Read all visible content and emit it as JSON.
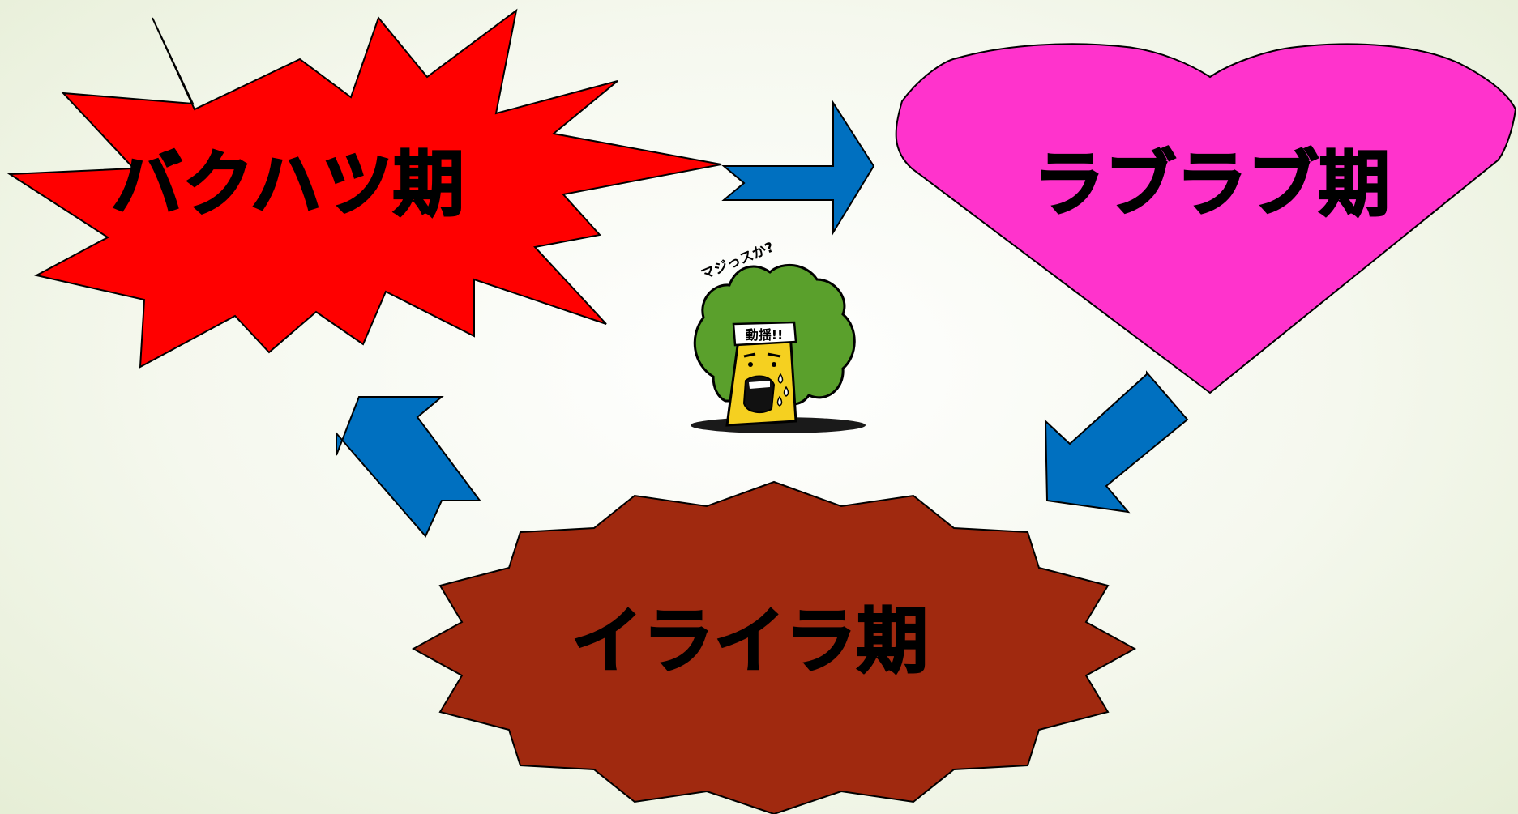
{
  "stages": {
    "explosion": {
      "label": "バクハツ期",
      "color": "#ff0000"
    },
    "love": {
      "label": "ラブラブ期",
      "color": "#ff33cc"
    },
    "irritation": {
      "label": "イライラ期",
      "color": "#a0290f"
    }
  },
  "arrow_color": "#0070c0",
  "mascot": {
    "speech": "マジっスか?",
    "headband": "動揺!!",
    "hair_color": "#5aa02c",
    "face_color": "#f5d020"
  }
}
